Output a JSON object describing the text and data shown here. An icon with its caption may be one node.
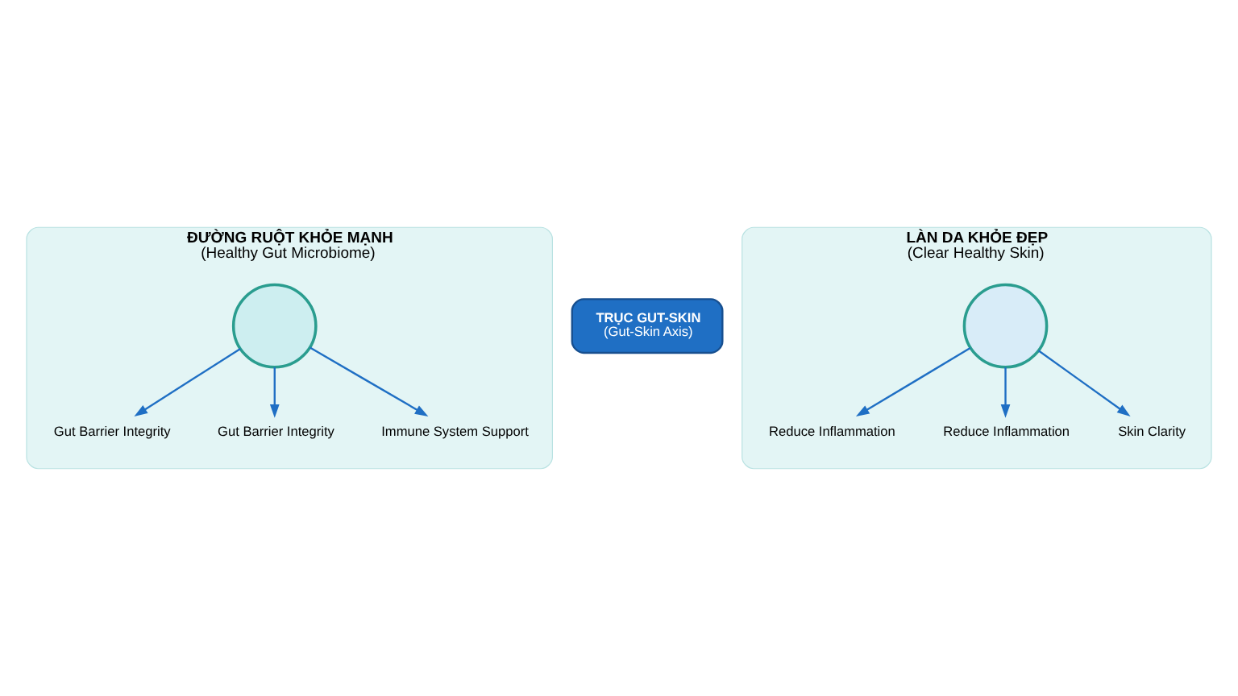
{
  "diagram": {
    "nodes": [
      {
        "text": [
          "ĐƯỜNG RUỘT KHỎE MẠNH",
          "(Healthy Gut Microbiome)"
        ]
      },
      {
        "text": [],
        "shape": "circle",
        "in": 0
      },
      {
        "text": [
          "Gut Barrier Integrity"
        ],
        "in": 0
      },
      {
        "text": [
          "Gut Barrier Integrity"
        ],
        "in": 0
      },
      {
        "text": [
          "Immune System Support"
        ],
        "in": 0
      },
      {
        "text": [
          "TRỤC GUT-SKIN",
          "(Gut-Skin Axis)"
        ]
      },
      {
        "text": [
          "LÀN DA KHỎE ĐẸP",
          "(Clear Healthy Skin)"
        ]
      },
      {
        "text": [],
        "shape": "circle",
        "in": 6
      },
      {
        "text": [
          "Reduce Inflammation"
        ],
        "in": 6
      },
      {
        "text": [
          "Reduce Inflammation"
        ],
        "in": 6
      },
      {
        "text": [
          "Skin Clarity"
        ],
        "in": 6
      }
    ],
    "edges": [
      {
        "from": 1,
        "to": 2,
        "arrow": "to"
      },
      {
        "from": 1,
        "to": 3,
        "arrow": "to"
      },
      {
        "from": 1,
        "to": 4,
        "arrow": "to"
      },
      {
        "from": 7,
        "to": 8,
        "arrow": "to"
      },
      {
        "from": 7,
        "to": 9,
        "arrow": "to"
      },
      {
        "from": 7,
        "to": 10,
        "arrow": "to"
      }
    ]
  }
}
